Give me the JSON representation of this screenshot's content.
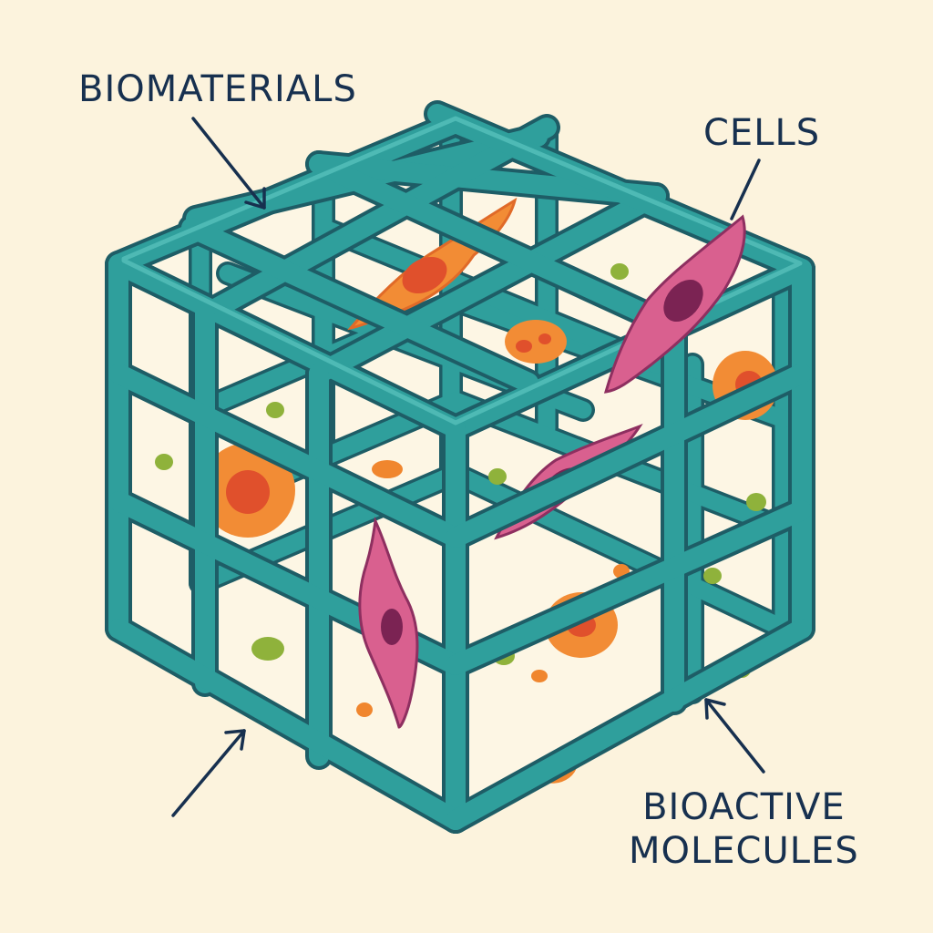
{
  "labels": {
    "biomaterials": "BIOMATERIALS",
    "cells": "CELLS",
    "bioactive_line1": "BIOACTIVE",
    "bioactive_line2": "MOLECULES"
  },
  "colors": {
    "background": "#fcf3dd",
    "scaffold": "#2f9f9c",
    "scaffold_outline": "#1e5d66",
    "scaffold_highlight": "#56c0bb",
    "pore_fill": "#fdf6e4",
    "round_cell": "#f28c35",
    "round_cell_nucleus": "#e0502c",
    "spindle_cell": "#d9608f",
    "spindle_cell_outline": "#8e2f60",
    "spindle_nucleus": "#7b2353",
    "molecule_green": "#8fb23b",
    "molecule_orange": "#f0862e",
    "text": "#17304f"
  }
}
